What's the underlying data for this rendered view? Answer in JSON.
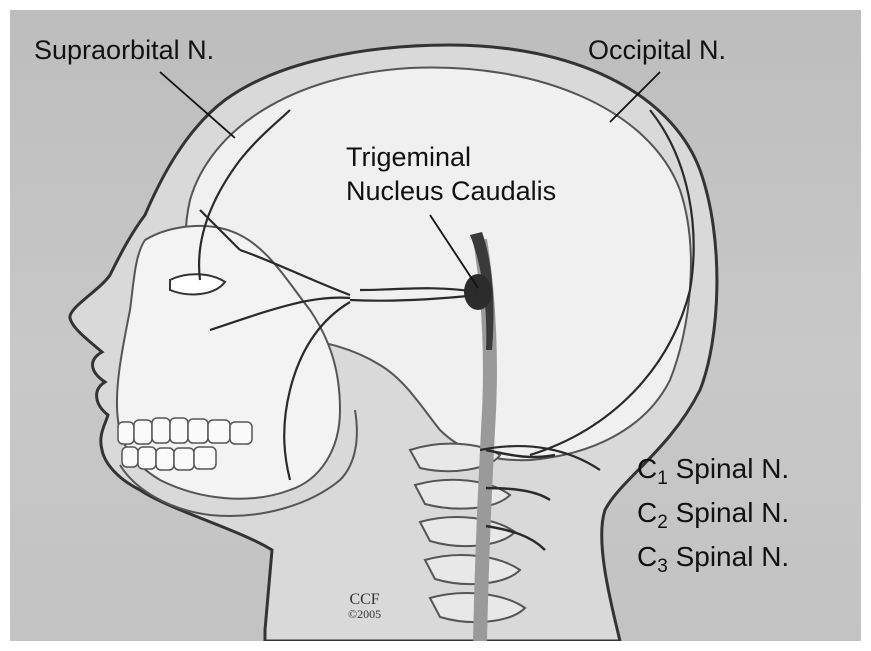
{
  "labels": {
    "supraorbital": "Supraorbital N.",
    "occipital": "Occipital N.",
    "trigeminal_line1": "Trigeminal",
    "trigeminal_line2": "Nucleus Caudalis"
  },
  "spinal_nerves": [
    {
      "prefix": "C",
      "sub": "1",
      "suffix": " Spinal N."
    },
    {
      "prefix": "C",
      "sub": "2",
      "suffix": " Spinal N."
    },
    {
      "prefix": "C",
      "sub": "3",
      "suffix": " Spinal N."
    }
  ],
  "credit": {
    "mark": "CCF",
    "copyright": "©2005"
  },
  "colors": {
    "background": "#c4c4c4",
    "head_fill": "#e6e6e6",
    "skull_fill": "#f2f2f2",
    "nerve": "#2a2a2a"
  }
}
